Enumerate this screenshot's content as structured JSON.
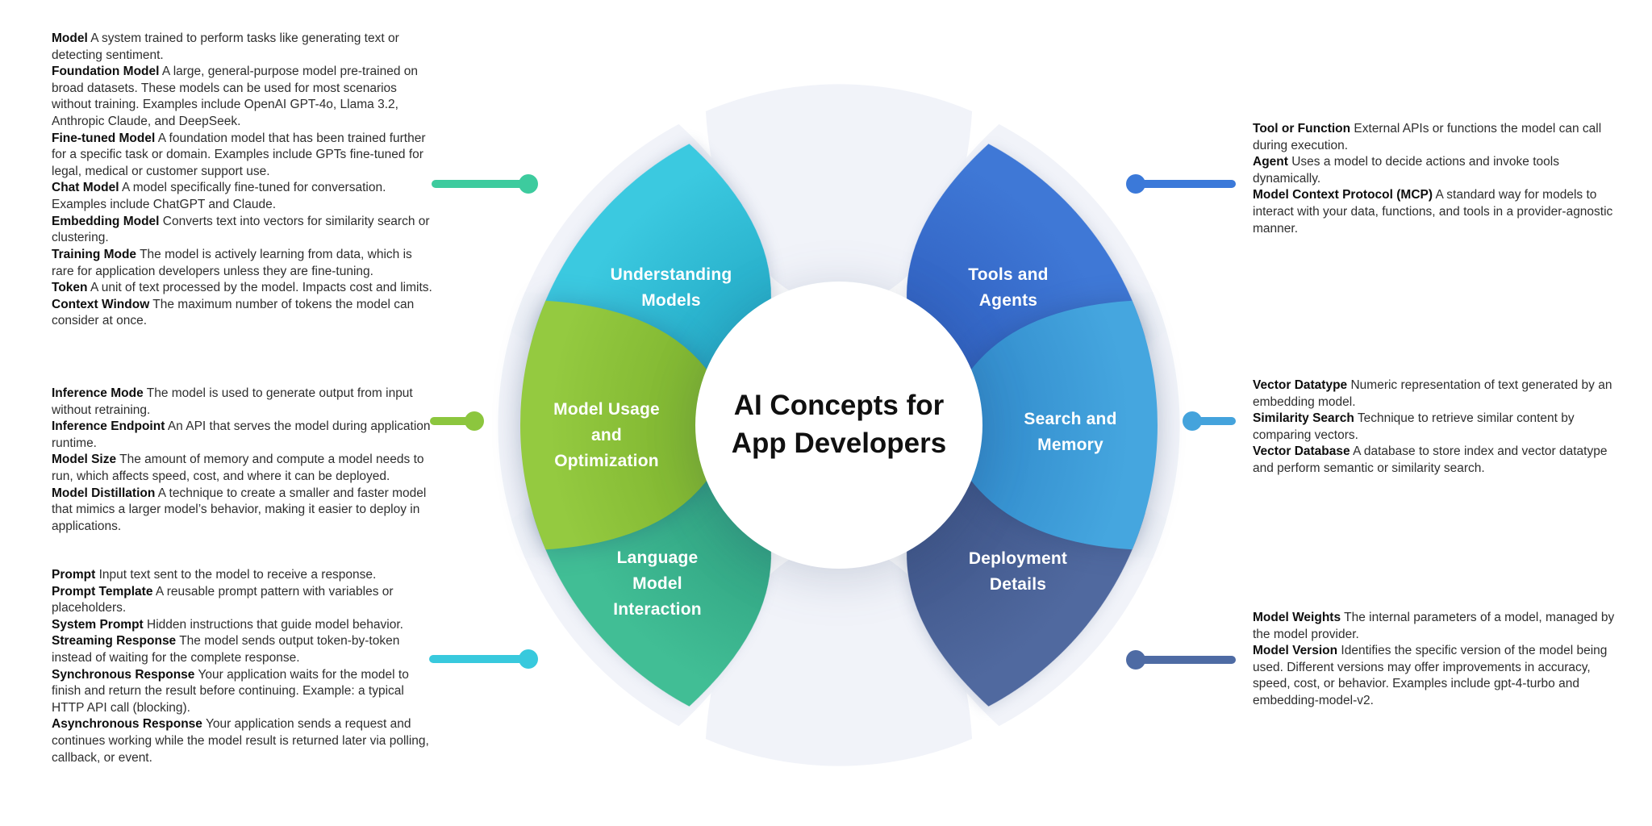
{
  "center": {
    "title": "AI Concepts for\nApp Developers"
  },
  "petals": [
    {
      "id": "understanding-models",
      "label": "Understanding\nModels",
      "color": "#41BE95",
      "color_dark": "#2E9F7F",
      "connector_color": "#3DCB9E"
    },
    {
      "id": "model-usage-optimization",
      "label": "Model Usage\nand\nOptimization",
      "color": "#94CA40",
      "color_dark": "#7AB02C",
      "connector_color": "#8CC63E"
    },
    {
      "id": "language-model-interaction",
      "label": "Language\nModel\nInteraction",
      "color": "#3BC9E0",
      "color_dark": "#22A8C4",
      "connector_color": "#38C9DD"
    },
    {
      "id": "tools-and-agents",
      "label": "Tools and\nAgents",
      "color": "#3F78D6",
      "color_dark": "#2F5FBF",
      "connector_color": "#3B79D9"
    },
    {
      "id": "search-and-memory",
      "label": "Search and\nMemory",
      "color": "#45A6DF",
      "color_dark": "#2E86C8",
      "connector_color": "#44A3DC"
    },
    {
      "id": "deployment-details",
      "label": "Deployment\nDetails",
      "color": "#50699F",
      "color_dark": "#3D5386",
      "connector_color": "#4E6BA4"
    }
  ],
  "groups": {
    "l1": {
      "accent": "#3DCB9E",
      "items": [
        {
          "term": "Model",
          "text": "A system trained to perform tasks like generating text or detecting sentiment."
        },
        {
          "term": "Foundation Model",
          "text": "A large, general-purpose model pre-trained on broad datasets. These models can be used for most scenarios without training. Examples include OpenAI GPT-4o, Llama 3.2, Anthropic Claude, and DeepSeek."
        },
        {
          "term": "Fine-tuned Model",
          "text": "A foundation model that has been trained further for a specific task or domain. Examples include GPTs fine-tuned for legal, medical or customer support use."
        },
        {
          "term": "Chat Model",
          "text": "A model specifically fine-tuned for conversation. Examples include ChatGPT and Claude."
        },
        {
          "term": "Embedding Model",
          "text": "Converts text into vectors for similarity search or clustering."
        },
        {
          "term": "Training Mode",
          "text": "The model is actively learning from data, which is rare for application developers unless they are fine-tuning."
        },
        {
          "term": "Token",
          "text": "A unit of text processed by the model. Impacts cost and limits."
        },
        {
          "term": "Context Window",
          "text": "The maximum number of tokens the model can consider at once."
        }
      ]
    },
    "l2": {
      "accent": "#8CC63E",
      "items": [
        {
          "term": "Inference Mode",
          "text": "The model is used to generate output from input without retraining."
        },
        {
          "term": "Inference Endpoint",
          "text": "An API that serves the model during application runtime."
        },
        {
          "term": "Model Size",
          "text": "The amount of memory and compute a model needs to run, which affects speed, cost, and where it can be deployed."
        },
        {
          "term": "Model Distillation",
          "text": "A technique to create a smaller and faster model that mimics a larger model’s behavior, making it easier to deploy in applications."
        }
      ]
    },
    "l3": {
      "accent": "#38C9DD",
      "items": [
        {
          "term": "Prompt",
          "text": "Input text sent to the model to receive a response."
        },
        {
          "term": "Prompt Template",
          "text": "A reusable prompt pattern with variables or placeholders."
        },
        {
          "term": "System Prompt",
          "text": "Hidden instructions that guide model behavior."
        },
        {
          "term": "Streaming Response",
          "text": "The model sends output token-by-token instead of waiting for the complete response."
        },
        {
          "term": "Synchronous Response",
          "text": "Your application waits for the model to finish and return the result before continuing. Example: a typical HTTP API call (blocking)."
        },
        {
          "term": "Asynchronous Response",
          "text": "Your application sends a request and continues working while the model result is returned later via polling, callback, or event."
        }
      ]
    },
    "r1": {
      "accent": "#3B79D9",
      "items": [
        {
          "term": "Tool or Function",
          "text": "External APIs or functions the model can call during execution."
        },
        {
          "term": "Agent",
          "text": "Uses a model to decide actions and invoke tools dynamically."
        },
        {
          "term": "Model Context Protocol (MCP)",
          "text": "A standard way for models to interact with your data, functions, and tools in a provider-agnostic manner."
        }
      ]
    },
    "r2": {
      "accent": "#44A3DC",
      "items": [
        {
          "term": "Vector Datatype",
          "text": "Numeric representation of text generated by an embedding model."
        },
        {
          "term": "Similarity Search",
          "text": "Technique to retrieve similar content by comparing vectors."
        },
        {
          "term": "Vector Database",
          "text": "A database to store index and vector datatype and perform semantic or similarity search."
        }
      ]
    },
    "r3": {
      "accent": "#4E6BA4",
      "items": [
        {
          "term": "Model Weights",
          "text": "The internal parameters of a model, managed by the model provider."
        },
        {
          "term": "Model Version",
          "text": "Identifies the specific version of the model being used. Different versions may offer improvements in accuracy, speed, cost, or behavior. Examples include gpt-4-turbo and embedding-model-v2."
        }
      ]
    }
  }
}
